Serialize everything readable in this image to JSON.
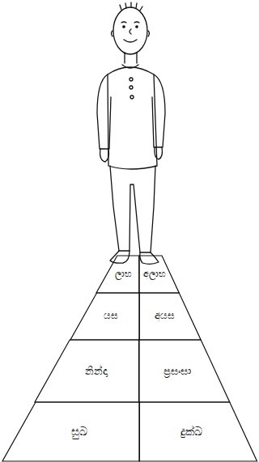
{
  "diagram": {
    "nodes": [
      {
        "text": [
          "ලාභ"
        ]
      },
      {
        "text": [
          "අලාභ"
        ]
      },
      {
        "text": [
          "යස"
        ]
      },
      {
        "text": [
          "අයස"
        ]
      },
      {
        "text": [
          "නින්දා"
        ]
      },
      {
        "text": [
          "ප්‍රසංසා"
        ]
      },
      {
        "text": [
          "සුඛ"
        ]
      },
      {
        "text": [
          "දුක්ඛ"
        ]
      }
    ]
  }
}
